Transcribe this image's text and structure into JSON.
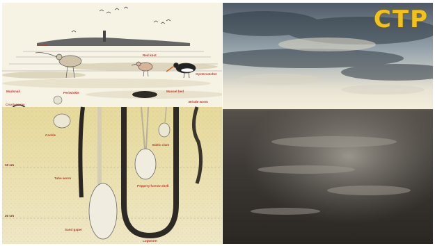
{
  "illustration": {
    "labels": {
      "curlew": "Curlew",
      "redknot": "Red knot",
      "oystercatcher": "Oystercatcher",
      "musselbed": "Mussel bed",
      "mudsnail": "Mudsnail",
      "periwinkle": "Periwinkle",
      "cockle": "Cockle",
      "crustaceans": "Crustaceans",
      "bristleworm": "Bristle worm",
      "balticclam": "Baltic clam",
      "tubeworm": "Tube worm",
      "pepperyfurrow": "Peppery furrow shell",
      "sandgaper": "Sand gaper",
      "lugworm": "Lugworm",
      "depth10": "10 cm",
      "depth20": "20 cm"
    }
  },
  "photo": {
    "logo_text": "CTP"
  },
  "colors": {
    "label_red": "#c8372d",
    "sand": "#e0d6a6",
    "sky": "#f7f3e4",
    "logo": "#f2c21a"
  }
}
